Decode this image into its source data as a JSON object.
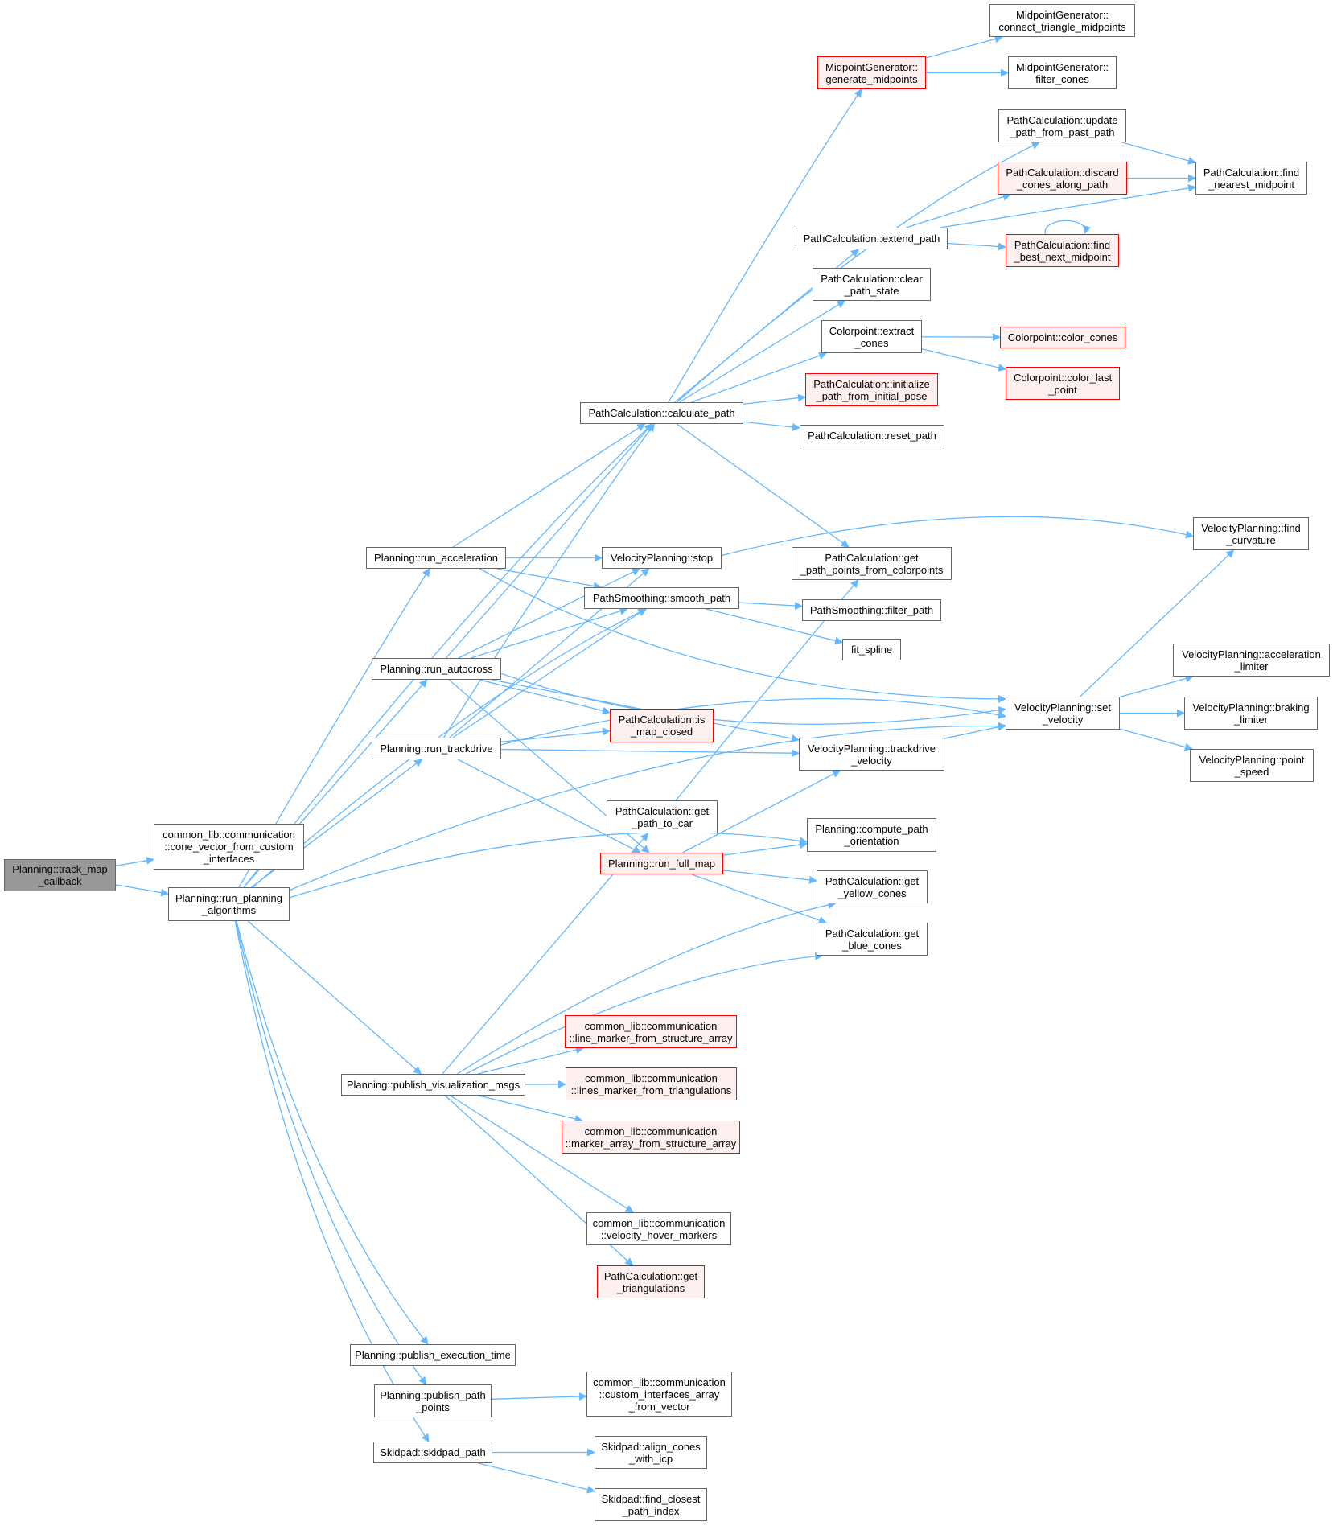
{
  "diagram": {
    "type": "call-graph",
    "edge_color": "#63b8ff",
    "colors": {
      "normal_border": "#666666",
      "truncated_border": "#ff0000",
      "truncated_fill": "#fff0f0",
      "root_fill": "#999999"
    },
    "nodes": [
      {
        "id": "track_map_callback",
        "label": "Planning::track_map\n_callback",
        "style": "root"
      },
      {
        "id": "cone_vector",
        "label": "common_lib::communication\n::cone_vector_from_custom\n_interfaces",
        "style": "normal"
      },
      {
        "id": "run_planning",
        "label": "Planning::run_planning\n_algorithms",
        "style": "normal"
      },
      {
        "id": "run_acceleration",
        "label": "Planning::run_acceleration",
        "style": "normal"
      },
      {
        "id": "run_autocross",
        "label": "Planning::run_autocross",
        "style": "normal"
      },
      {
        "id": "run_trackdrive",
        "label": "Planning::run_trackdrive",
        "style": "normal"
      },
      {
        "id": "publish_viz",
        "label": "Planning::publish_visualization_msgs",
        "style": "normal"
      },
      {
        "id": "publish_exec",
        "label": "Planning::publish_execution_time",
        "style": "normal"
      },
      {
        "id": "publish_path_points",
        "label": "Planning::publish_path\n_points",
        "style": "normal"
      },
      {
        "id": "skidpad_path",
        "label": "Skidpad::skidpad_path",
        "style": "normal"
      },
      {
        "id": "calculate_path",
        "label": "PathCalculation::calculate_path",
        "style": "normal"
      },
      {
        "id": "vp_stop",
        "label": "VelocityPlanning::stop",
        "style": "normal"
      },
      {
        "id": "smooth_path",
        "label": "PathSmoothing::smooth_path",
        "style": "normal"
      },
      {
        "id": "is_map_closed",
        "label": "PathCalculation::is\n_map_closed",
        "style": "red"
      },
      {
        "id": "get_path_to_car",
        "label": "PathCalculation::get\n_path_to_car",
        "style": "normal"
      },
      {
        "id": "run_full_map",
        "label": "Planning::run_full_map",
        "style": "red"
      },
      {
        "id": "line_marker",
        "label": "common_lib::communication\n::line_marker_from_structure_array",
        "style": "red"
      },
      {
        "id": "lines_marker",
        "label": "common_lib::communication\n::lines_marker_from_triangulations",
        "style": "red"
      },
      {
        "id": "marker_array",
        "label": "common_lib::communication\n::marker_array_from_structure_array",
        "style": "red"
      },
      {
        "id": "velocity_hover",
        "label": "common_lib::communication\n::velocity_hover_markers",
        "style": "normal"
      },
      {
        "id": "get_triangulations",
        "label": "PathCalculation::get\n_triangulations",
        "style": "red"
      },
      {
        "id": "custom_interfaces_array",
        "label": "common_lib::communication\n::custom_interfaces_array\n_from_vector",
        "style": "normal"
      },
      {
        "id": "align_cones",
        "label": "Skidpad::align_cones\n_with_icp",
        "style": "normal"
      },
      {
        "id": "find_closest_index",
        "label": "Skidpad::find_closest\n_path_index",
        "style": "normal"
      },
      {
        "id": "generate_midpoints",
        "label": "MidpointGenerator::\ngenerate_midpoints",
        "style": "red"
      },
      {
        "id": "update_path",
        "label": "PathCalculation::update\n_path_from_past_path",
        "style": "normal"
      },
      {
        "id": "discard_cones",
        "label": "PathCalculation::discard\n_cones_along_path",
        "style": "red"
      },
      {
        "id": "extend_path",
        "label": "PathCalculation::extend_path",
        "style": "normal"
      },
      {
        "id": "clear_path_state",
        "label": "PathCalculation::clear\n_path_state",
        "style": "normal"
      },
      {
        "id": "extract_cones",
        "label": "Colorpoint::extract\n_cones",
        "style": "normal"
      },
      {
        "id": "initialize_path",
        "label": "PathCalculation::initialize\n_path_from_initial_pose",
        "style": "red"
      },
      {
        "id": "reset_path",
        "label": "PathCalculation::reset_path",
        "style": "normal"
      },
      {
        "id": "get_path_points",
        "label": "PathCalculation::get\n_path_points_from_colorpoints",
        "style": "normal"
      },
      {
        "id": "filter_path",
        "label": "PathSmoothing::filter_path",
        "style": "normal"
      },
      {
        "id": "fit_spline",
        "label": "fit_spline",
        "style": "normal"
      },
      {
        "id": "trackdrive_velocity",
        "label": "VelocityPlanning::trackdrive\n_velocity",
        "style": "normal"
      },
      {
        "id": "compute_orientation",
        "label": "Planning::compute_path\n_orientation",
        "style": "normal"
      },
      {
        "id": "get_yellow_cones",
        "label": "PathCalculation::get\n_yellow_cones",
        "style": "normal"
      },
      {
        "id": "get_blue_cones",
        "label": "PathCalculation::get\n_blue_cones",
        "style": "normal"
      },
      {
        "id": "connect_midpoints",
        "label": "MidpointGenerator::\nconnect_triangle_midpoints",
        "style": "normal"
      },
      {
        "id": "filter_cones",
        "label": "MidpointGenerator::\nfilter_cones",
        "style": "normal"
      },
      {
        "id": "find_nearest_midpoint",
        "label": "PathCalculation::find\n_nearest_midpoint",
        "style": "normal"
      },
      {
        "id": "find_best_next",
        "label": "PathCalculation::find\n_best_next_midpoint",
        "style": "red"
      },
      {
        "id": "color_cones",
        "label": "Colorpoint::color_cones",
        "style": "red"
      },
      {
        "id": "color_last_point",
        "label": "Colorpoint::color_last\n_point",
        "style": "red"
      },
      {
        "id": "set_velocity",
        "label": "VelocityPlanning::set\n_velocity",
        "style": "normal"
      },
      {
        "id": "find_curvature",
        "label": "VelocityPlanning::find\n_curvature",
        "style": "normal"
      },
      {
        "id": "acceleration_limiter",
        "label": "VelocityPlanning::acceleration\n_limiter",
        "style": "normal"
      },
      {
        "id": "braking_limiter",
        "label": "VelocityPlanning::braking\n_limiter",
        "style": "normal"
      },
      {
        "id": "point_speed",
        "label": "VelocityPlanning::point\n_speed",
        "style": "normal"
      }
    ],
    "edges": [
      [
        "track_map_callback",
        "cone_vector"
      ],
      [
        "track_map_callback",
        "run_planning"
      ],
      [
        "run_planning",
        "run_acceleration"
      ],
      [
        "run_planning",
        "run_autocross"
      ],
      [
        "run_planning",
        "run_trackdrive"
      ],
      [
        "run_planning",
        "calculate_path"
      ],
      [
        "run_planning",
        "smooth_path"
      ],
      [
        "run_planning",
        "compute_orientation"
      ],
      [
        "run_planning",
        "publish_viz"
      ],
      [
        "run_planning",
        "set_velocity"
      ],
      [
        "run_planning",
        "publish_exec"
      ],
      [
        "run_planning",
        "publish_path_points"
      ],
      [
        "run_planning",
        "skidpad_path"
      ],
      [
        "run_acceleration",
        "calculate_path"
      ],
      [
        "run_acceleration",
        "vp_stop"
      ],
      [
        "run_acceleration",
        "smooth_path"
      ],
      [
        "run_acceleration",
        "set_velocity"
      ],
      [
        "run_autocross",
        "calculate_path"
      ],
      [
        "run_autocross",
        "vp_stop"
      ],
      [
        "run_autocross",
        "smooth_path"
      ],
      [
        "run_autocross",
        "is_map_closed"
      ],
      [
        "run_autocross",
        "run_full_map"
      ],
      [
        "run_autocross",
        "set_velocity"
      ],
      [
        "run_autocross",
        "trackdrive_velocity"
      ],
      [
        "run_trackdrive",
        "calculate_path"
      ],
      [
        "run_trackdrive",
        "vp_stop"
      ],
      [
        "run_trackdrive",
        "smooth_path"
      ],
      [
        "run_trackdrive",
        "is_map_closed"
      ],
      [
        "run_trackdrive",
        "run_full_map"
      ],
      [
        "run_trackdrive",
        "trackdrive_velocity"
      ],
      [
        "run_trackdrive",
        "set_velocity"
      ],
      [
        "calculate_path",
        "generate_midpoints"
      ],
      [
        "calculate_path",
        "update_path"
      ],
      [
        "calculate_path",
        "extend_path"
      ],
      [
        "calculate_path",
        "clear_path_state"
      ],
      [
        "calculate_path",
        "extract_cones"
      ],
      [
        "calculate_path",
        "initialize_path"
      ],
      [
        "calculate_path",
        "reset_path"
      ],
      [
        "calculate_path",
        "get_path_points"
      ],
      [
        "generate_midpoints",
        "connect_midpoints"
      ],
      [
        "generate_midpoints",
        "filter_cones"
      ],
      [
        "update_path",
        "find_nearest_midpoint"
      ],
      [
        "discard_cones",
        "find_nearest_midpoint"
      ],
      [
        "extend_path",
        "discard_cones"
      ],
      [
        "extend_path",
        "find_best_next"
      ],
      [
        "extend_path",
        "find_nearest_midpoint"
      ],
      [
        "find_best_next",
        "find_best_next"
      ],
      [
        "extract_cones",
        "color_cones"
      ],
      [
        "extract_cones",
        "color_last_point"
      ],
      [
        "vp_stop",
        "find_curvature"
      ],
      [
        "smooth_path",
        "filter_path"
      ],
      [
        "smooth_path",
        "fit_spline"
      ],
      [
        "get_path_to_car",
        "get_path_points"
      ],
      [
        "run_full_map",
        "trackdrive_velocity"
      ],
      [
        "run_full_map",
        "compute_orientation"
      ],
      [
        "run_full_map",
        "get_yellow_cones"
      ],
      [
        "run_full_map",
        "get_blue_cones"
      ],
      [
        "trackdrive_velocity",
        "set_velocity"
      ],
      [
        "set_velocity",
        "find_curvature"
      ],
      [
        "set_velocity",
        "acceleration_limiter"
      ],
      [
        "set_velocity",
        "braking_limiter"
      ],
      [
        "set_velocity",
        "point_speed"
      ],
      [
        "publish_viz",
        "get_path_to_car"
      ],
      [
        "publish_viz",
        "get_yellow_cones"
      ],
      [
        "publish_viz",
        "get_blue_cones"
      ],
      [
        "publish_viz",
        "line_marker"
      ],
      [
        "publish_viz",
        "lines_marker"
      ],
      [
        "publish_viz",
        "marker_array"
      ],
      [
        "publish_viz",
        "velocity_hover"
      ],
      [
        "publish_viz",
        "get_triangulations"
      ],
      [
        "publish_path_points",
        "custom_interfaces_array"
      ],
      [
        "skidpad_path",
        "align_cones"
      ],
      [
        "skidpad_path",
        "find_closest_index"
      ]
    ]
  }
}
